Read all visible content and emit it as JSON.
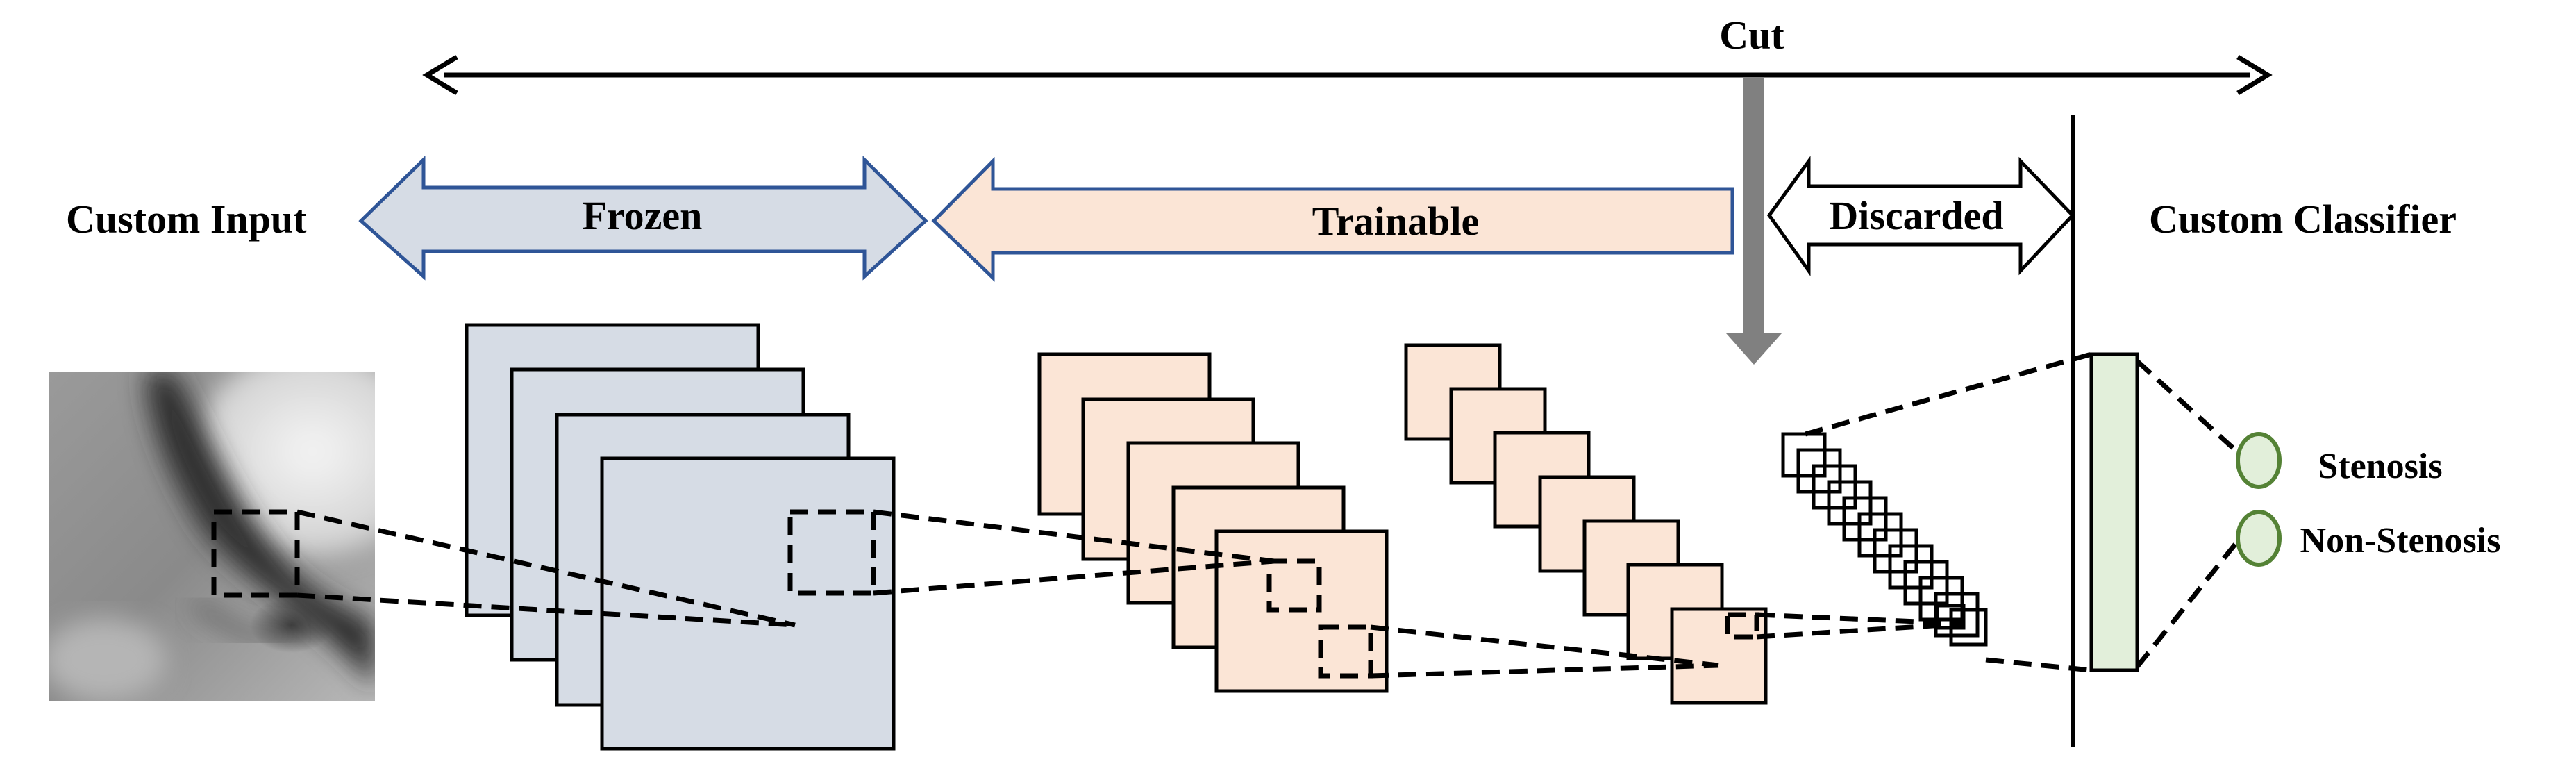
{
  "labels": {
    "cut": "Cut",
    "custom_input": "Custom Input",
    "frozen": "Frozen",
    "trainable": "Trainable",
    "discarded": "Discarded",
    "custom_classifier": "Custom Classifier"
  },
  "outputs": [
    "Stenosis",
    "Non-Stenosis"
  ],
  "colors": {
    "frozen_fill": "#d6dce5",
    "frozen_stroke": "#2f5597",
    "trainable_fill": "#fbe5d6",
    "trainable_stroke": "#2f5597",
    "classifier_fill": "#e2efda",
    "output_stroke": "#548235",
    "cut_bar": "#808080"
  }
}
